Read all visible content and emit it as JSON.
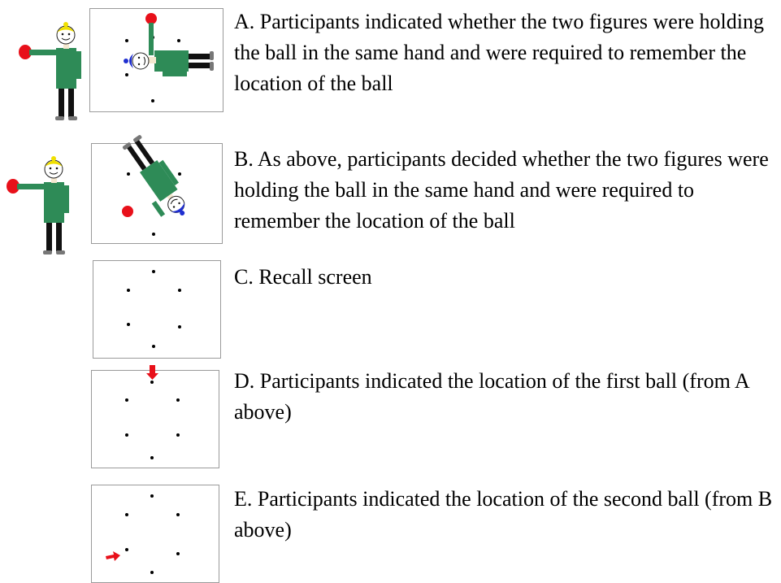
{
  "steps": [
    {
      "id": "A",
      "text": "A. Participants indicated whether the two figures were holding the ball in the same hand and were required to remember the location of the ball"
    },
    {
      "id": "B",
      "text": "B. As above, participants decided whether the two figures were holding the ball in the same hand and were required to remember the location of the ball"
    },
    {
      "id": "C",
      "text": "C. Recall screen"
    },
    {
      "id": "D",
      "text": "D. Participants indicated the location of the first ball (from A above)"
    },
    {
      "id": "E",
      "text": "E. Participants indicated the location of the second ball (from B above)"
    }
  ],
  "colors": {
    "shirt": "#2e8b57",
    "hair": "#f0e000",
    "ball": "#e8101a",
    "pants": "#111111",
    "cap_rotated_figure": "#1f2fd0",
    "arrow": "#e8101a",
    "panel_border": "#9a9a9a"
  }
}
